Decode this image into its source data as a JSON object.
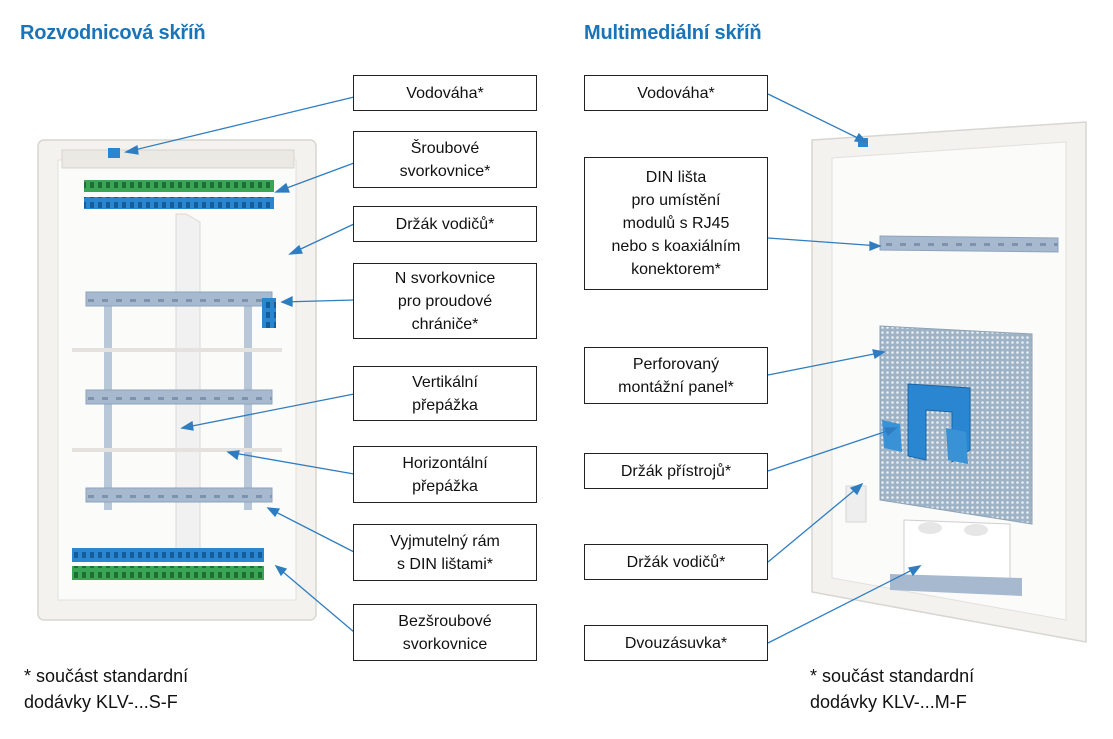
{
  "left_panel": {
    "title": "Rozvodnicová skříň",
    "callouts": [
      "Vodováha*",
      "Šroubové\nsvorkovnice*",
      "Držák vodičů*",
      "N svorkovnice\npro proudové\nchrániče*",
      "Vertikální\npřepážka",
      "Horizontální\npřepážka",
      "Vyjmutelný rám\ns DIN lištami*",
      "Bezšroubové\nsvorkovnice"
    ],
    "footnote": "* součást standardní\ndodávky KLV-...S-F"
  },
  "right_panel": {
    "title": "Multimediální skříň",
    "callouts": [
      "Vodováha*",
      "DIN lišta\npro umístění\nmodulů s RJ45\nnebo s koaxiálním\nkonektorem*",
      "Perforovaný\nmontážní panel*",
      "Držák přístrojů*",
      "Držák vodičů*",
      "Dvouzásuvka*"
    ],
    "footnote": "* součást standardní\ndodávky KLV-...M-F"
  },
  "colors": {
    "title": "#1a74b8",
    "leader_line": "#2f7dc0",
    "terminal_blue": "#2a86d0",
    "terminal_green": "#3aa655",
    "din_rail": "#a6b9cf"
  }
}
